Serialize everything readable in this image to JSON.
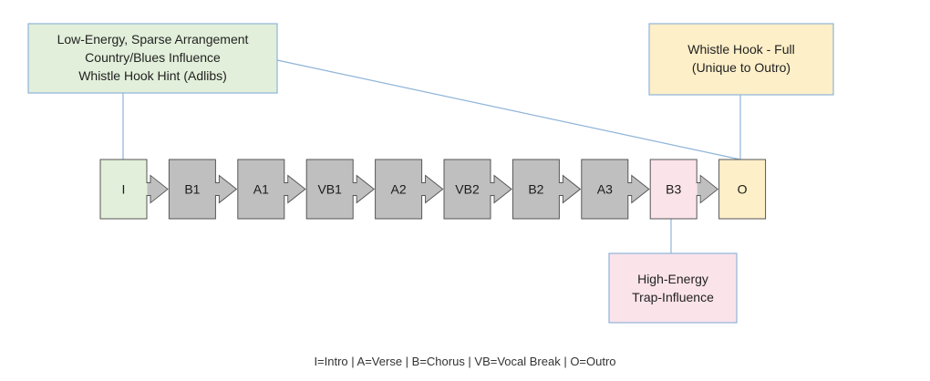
{
  "notes": {
    "intro": {
      "lines": [
        "Low-Energy, Sparse Arrangement",
        "Country/Blues Influence",
        "Whistle Hook Hint (Adlibs)"
      ],
      "fill": "#e2efda",
      "stroke": "#8eb4d9"
    },
    "outro": {
      "lines": [
        "Whistle Hook - Full",
        "(Unique to Outro)"
      ],
      "fill": "#fdefc8",
      "stroke": "#8eb4d9"
    },
    "b3": {
      "lines": [
        "High-Energy",
        "Trap-Influence"
      ],
      "fill": "#fbe3ea",
      "stroke": "#8eb4d9"
    }
  },
  "sequence": [
    {
      "label": "I",
      "fill": "#e2efda"
    },
    {
      "label": "B1",
      "fill": "#bfbfbf"
    },
    {
      "label": "A1",
      "fill": "#bfbfbf"
    },
    {
      "label": "VB1",
      "fill": "#bfbfbf"
    },
    {
      "label": "A2",
      "fill": "#bfbfbf"
    },
    {
      "label": "VB2",
      "fill": "#bfbfbf"
    },
    {
      "label": "B2",
      "fill": "#bfbfbf"
    },
    {
      "label": "A3",
      "fill": "#bfbfbf"
    },
    {
      "label": "B3",
      "fill": "#fbe3ea"
    },
    {
      "label": "O",
      "fill": "#fdefc8"
    }
  ],
  "legend": "I=Intro | A=Verse | B=Chorus | VB=Vocal Break | O=Outro",
  "colors": {
    "connector": "#8eb4d9",
    "step_stroke": "#555555",
    "arrow_fill": "#bfbfbf"
  }
}
